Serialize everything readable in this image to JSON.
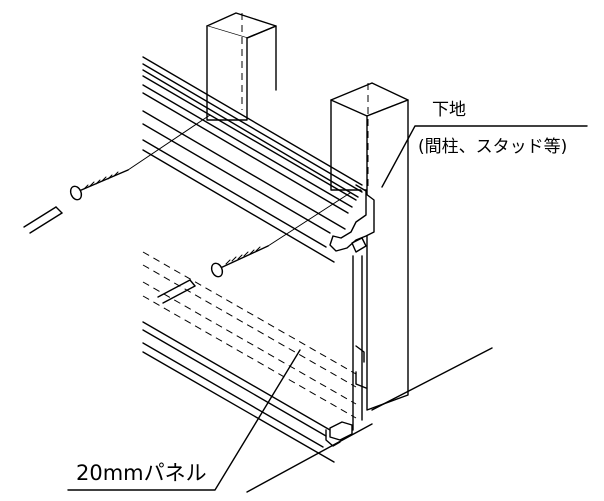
{
  "labels": {
    "substrate": "下地",
    "substrate_detail": "(間柱、スタッド等)",
    "panel": "20mmパネル"
  }
}
